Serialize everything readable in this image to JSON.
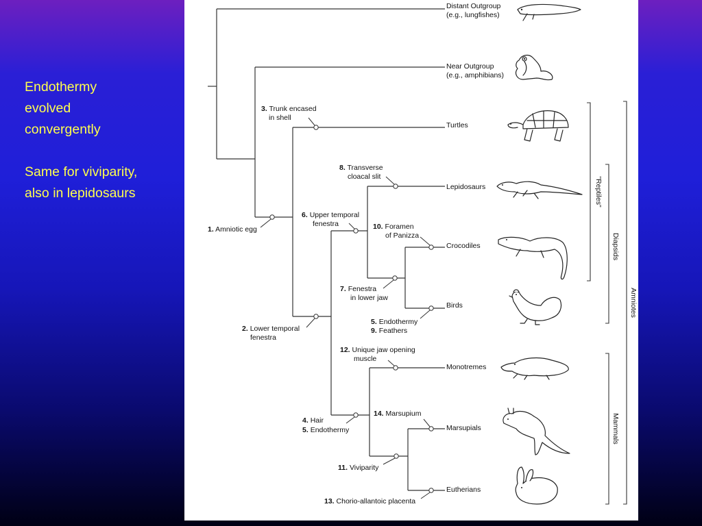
{
  "slide": {
    "paragraph1": "Endothermy\nevolved\nconvergently",
    "paragraph2": "Same for viviparity,\nalso in lepidosaurs"
  },
  "taxa": {
    "distant_outgroup": [
      "Distant Outgroup",
      "(e.g., lungfishes)"
    ],
    "near_outgroup": [
      "Near Outgroup",
      "(e.g., amphibians)"
    ],
    "turtles": "Turtles",
    "lepidosaurs": "Lepidosaurs",
    "crocodiles": "Crocodiles",
    "birds": "Birds",
    "monotremes": "Monotremes",
    "marsupials": "Marsupials",
    "eutherians": "Eutherians"
  },
  "characters": {
    "c1": {
      "num": "1.",
      "lines": [
        "Amniotic egg"
      ]
    },
    "c2": {
      "num": "2.",
      "lines": [
        "Lower temporal",
        "fenestra"
      ]
    },
    "c3": {
      "num": "3.",
      "lines": [
        "Trunk encased",
        "in shell"
      ]
    },
    "c6": {
      "num": "6.",
      "lines": [
        "Upper temporal",
        "fenestra"
      ]
    },
    "c8": {
      "num": "8.",
      "lines": [
        "Transverse",
        "cloacal slit"
      ]
    },
    "c10": {
      "num": "10.",
      "lines": [
        "Foramen",
        "of Panizza"
      ]
    },
    "c7": {
      "num": "7.",
      "lines": [
        "Fenestra",
        "in lower jaw"
      ]
    },
    "c5_9": {
      "nums": [
        "5.",
        "9."
      ],
      "lines": [
        "Endothermy",
        "Feathers"
      ]
    },
    "c12": {
      "num": "12.",
      "lines": [
        "Unique jaw opening",
        "muscle"
      ]
    },
    "c4_5": {
      "nums": [
        "4.",
        "5."
      ],
      "lines": [
        "Hair",
        "Endothermy"
      ]
    },
    "c14": {
      "num": "14.",
      "lines": [
        "Marsupium"
      ]
    },
    "c11": {
      "num": "11.",
      "lines": [
        "Viviparity"
      ]
    },
    "c13": {
      "num": "13.",
      "lines": [
        "Chorio-allantoic placenta"
      ]
    }
  },
  "groups": {
    "reptiles": "\"Reptiles\"",
    "diapsids": "Diapsids",
    "amniotes": "Amniotes",
    "mammals": "Mammals"
  },
  "icons": [
    "lungfish-icon",
    "frog-icon",
    "tortoise-icon",
    "lizard-icon",
    "crocodile-icon",
    "rooster-icon",
    "platypus-icon",
    "kangaroo-icon",
    "rabbit-icon"
  ]
}
